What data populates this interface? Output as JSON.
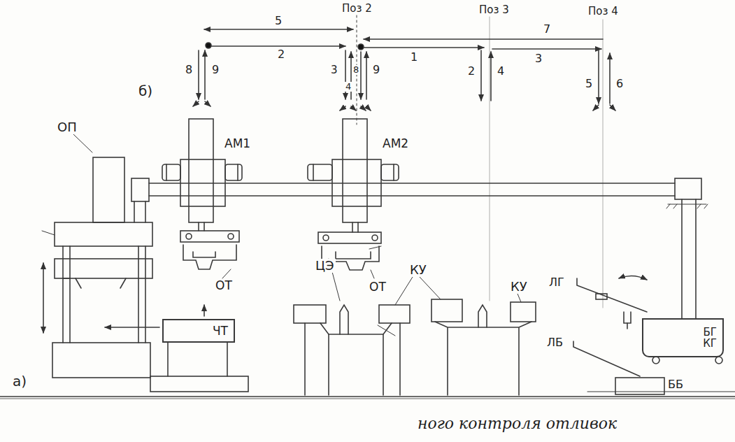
{
  "diagram": {
    "nodes": [
      {
        "text": [
          "ЧТ"
        ]
      },
      {
        "text": [
          "БГ",
          "КГ"
        ]
      }
    ],
    "labels": [
      "Поз 2",
      "Поз 3",
      "Поз 4",
      "5",
      "7",
      "2",
      "1",
      "3",
      "8",
      "9",
      "3",
      "4",
      "8",
      "9",
      "2",
      "4",
      "5",
      "6",
      "б)",
      "АМ1",
      "АМ2",
      "ОП",
      "ОТ",
      "ОТ",
      "ЦЭ",
      "КУ",
      "КУ",
      "ЛГ",
      "ЛБ",
      "ББ",
      "а)",
      "ного контроля отливок"
    ]
  }
}
